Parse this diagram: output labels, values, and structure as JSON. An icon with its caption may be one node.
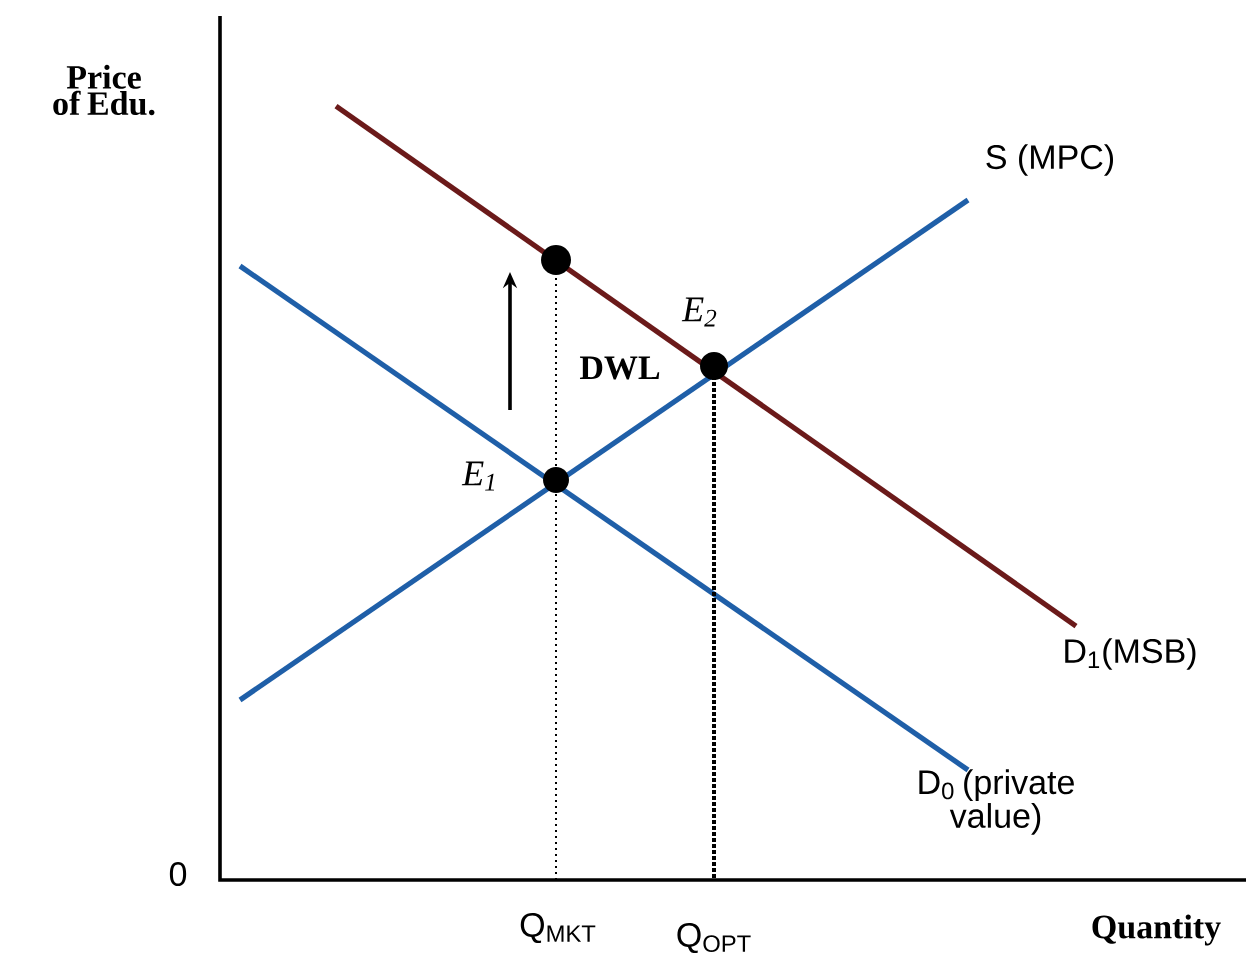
{
  "diagram": {
    "labels": [
      "Price of Edu.",
      "S (MPC)",
      "E$_{2}$",
      "DWL",
      "E$_{1}$",
      "D$_{1}$(MSB)",
      "D$_{0}$ (private value)",
      "0",
      "Q$_{MKT}$",
      "Q$_{OPT}$",
      "Quantity"
    ]
  }
}
